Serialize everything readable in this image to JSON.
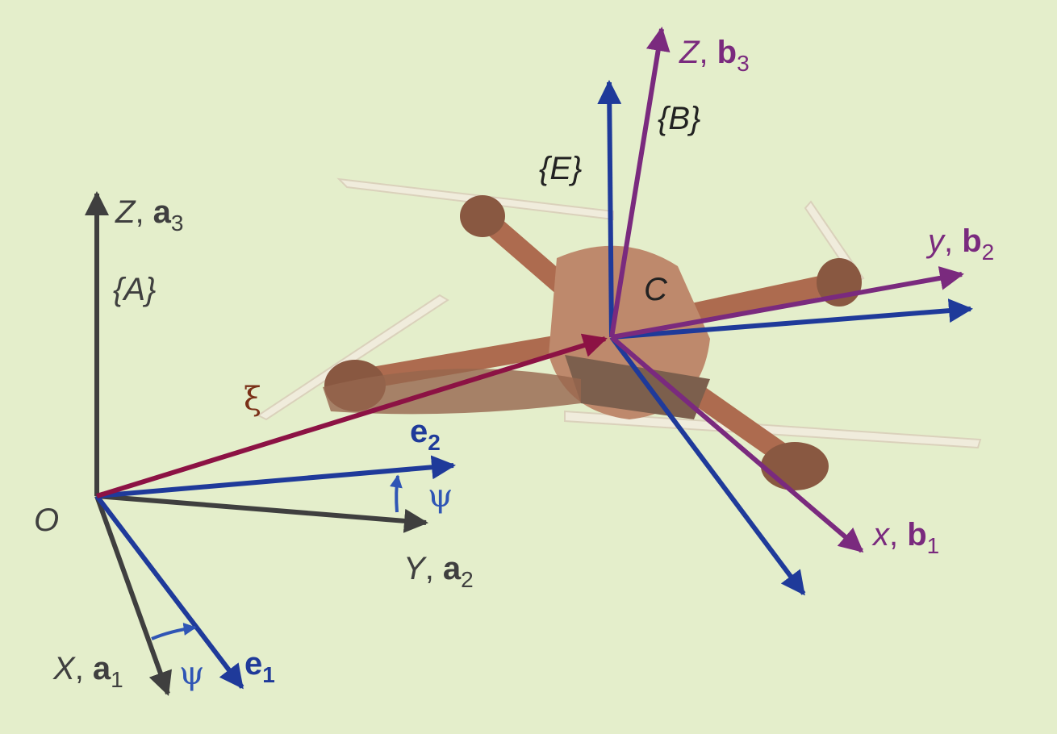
{
  "colors": {
    "background": "#e4eecb",
    "frame_A": "#3f3f3f",
    "frame_E": "#1f3a9a",
    "frame_B": "#7a2a7e",
    "xi_vector": "#8c1244",
    "drone_body": "#b07a5a",
    "drone_rotor": "#f2eadc"
  },
  "frame_A": {
    "name": "{A}",
    "origin_label": "O",
    "z_axis": {
      "var": "Z",
      "vec": "a",
      "sub": "3"
    },
    "y_axis": {
      "var": "Y",
      "vec": "a",
      "sub": "2"
    },
    "x_axis": {
      "var": "X",
      "vec": "a",
      "sub": "1"
    }
  },
  "frame_E": {
    "name": "{E}",
    "e1": {
      "vec": "e",
      "sub": "1"
    },
    "e2": {
      "vec": "e",
      "sub": "2"
    },
    "yaw_symbol": "ψ"
  },
  "frame_B": {
    "name": "{B}",
    "origin_label": "C",
    "z_axis": {
      "var": "Z",
      "vec": "b",
      "sub": "3"
    },
    "y_axis": {
      "var": "y",
      "vec": "b",
      "sub": "2"
    },
    "x_axis": {
      "var": "x",
      "vec": "b",
      "sub": "1"
    }
  },
  "position_vector": {
    "symbol": "ξ"
  },
  "icons": {
    "vehicle": "quadrotor-icon"
  }
}
